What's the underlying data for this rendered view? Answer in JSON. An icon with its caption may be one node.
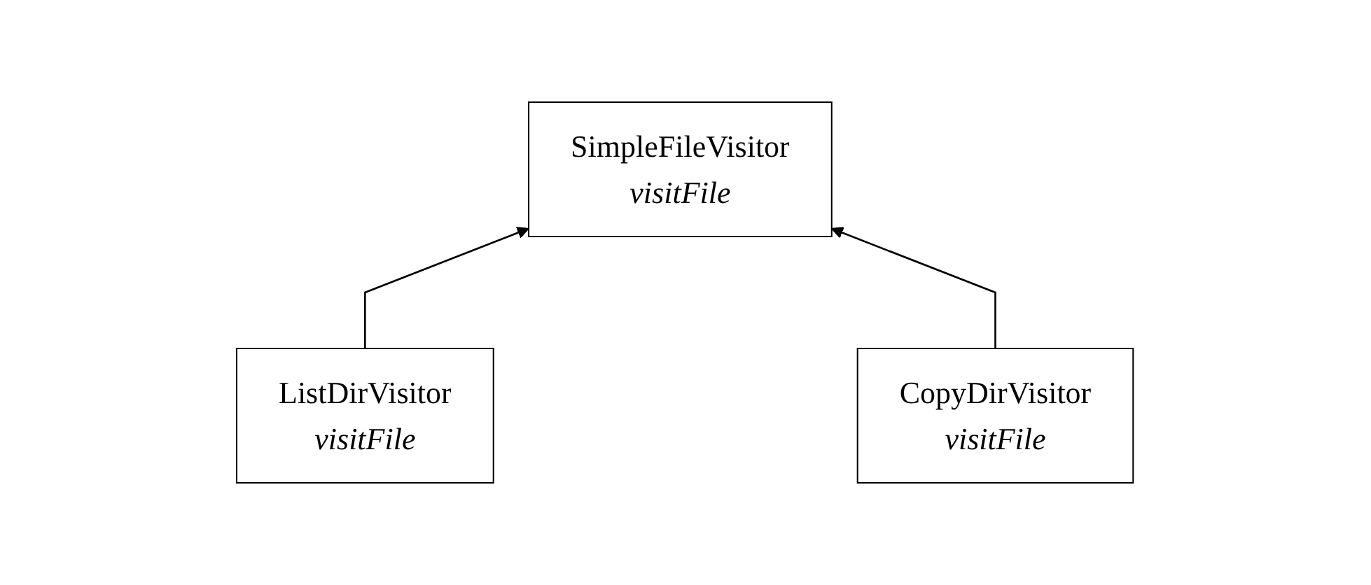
{
  "diagram": {
    "nodes": [
      {
        "text": [
          "SimpleFileVisitor",
          "visitFile"
        ]
      },
      {
        "text": [
          "ListDirVisitor",
          "visitFile"
        ]
      },
      {
        "text": [
          "CopyDirVisitor",
          "visitFile"
        ]
      }
    ],
    "edges": [
      {
        "from": 1,
        "to": 0,
        "arrow": "to"
      },
      {
        "from": 2,
        "to": 0,
        "arrow": "to"
      }
    ]
  }
}
